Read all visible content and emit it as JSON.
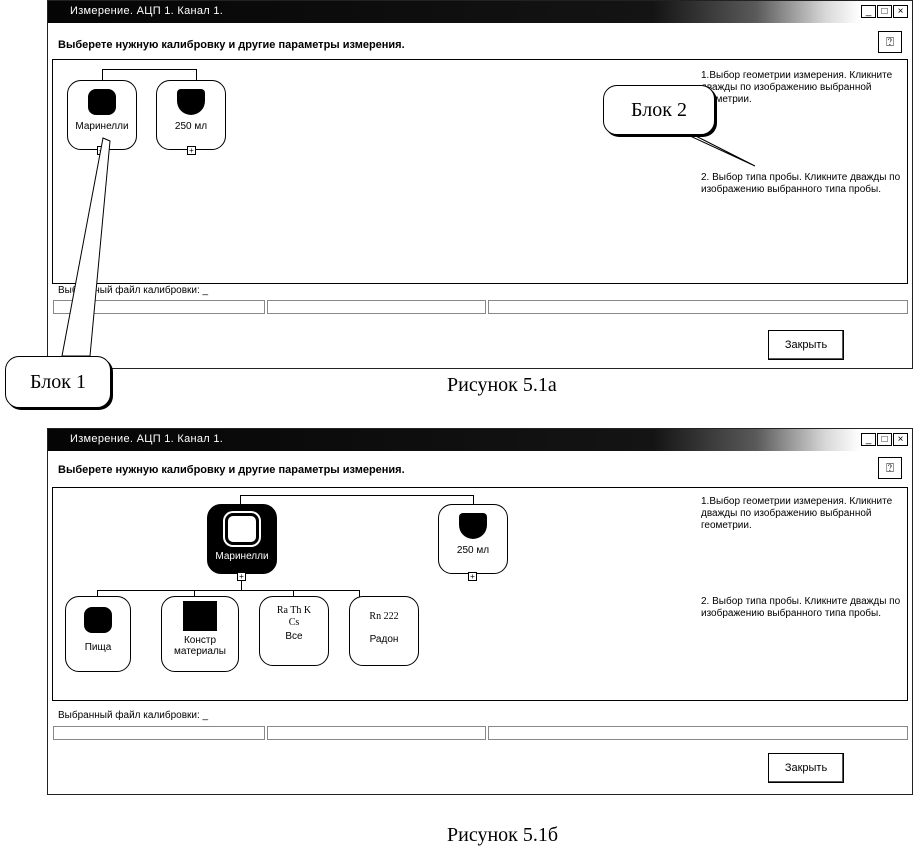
{
  "window_title": "Измерение. АЦП 1. Канал 1.",
  "window_buttons": [
    "_",
    "□",
    "×"
  ],
  "header_text": "Выберете нужную калибровку и другие параметры измерения.",
  "help_icon": "help-icon",
  "instructions": {
    "geometry": "1.Выбор геометрии измерения. Кликните дважды по изображению выбранной геометрии.",
    "sample": "2. Выбор типа пробы. Кликните дважды по изображению выбранного типа пробы."
  },
  "geometry_nodes": [
    {
      "label": "Маринелли",
      "icon": "marinelli-vessel-icon"
    },
    {
      "label": "250 мл",
      "icon": "beaker-250ml-icon"
    }
  ],
  "sample_nodes": [
    {
      "label": "Пища",
      "icon": "food-sample-icon"
    },
    {
      "label": "Констр материалы",
      "icon": "construction-materials-icon"
    },
    {
      "label": "Все",
      "icon_text": "Ra Th K Cs"
    },
    {
      "label": "Радон",
      "icon_text": "Rn 222"
    }
  ],
  "expand_symbol": "+",
  "calibration_label": "Выбранный файл калибровки: _",
  "close_label": "Закрыть",
  "callouts": {
    "block1": "Блок 1",
    "block2": "Блок 2"
  },
  "captions": {
    "fig_a": "Рисунок 5.1а",
    "fig_b": "Рисунок 5.1б"
  }
}
